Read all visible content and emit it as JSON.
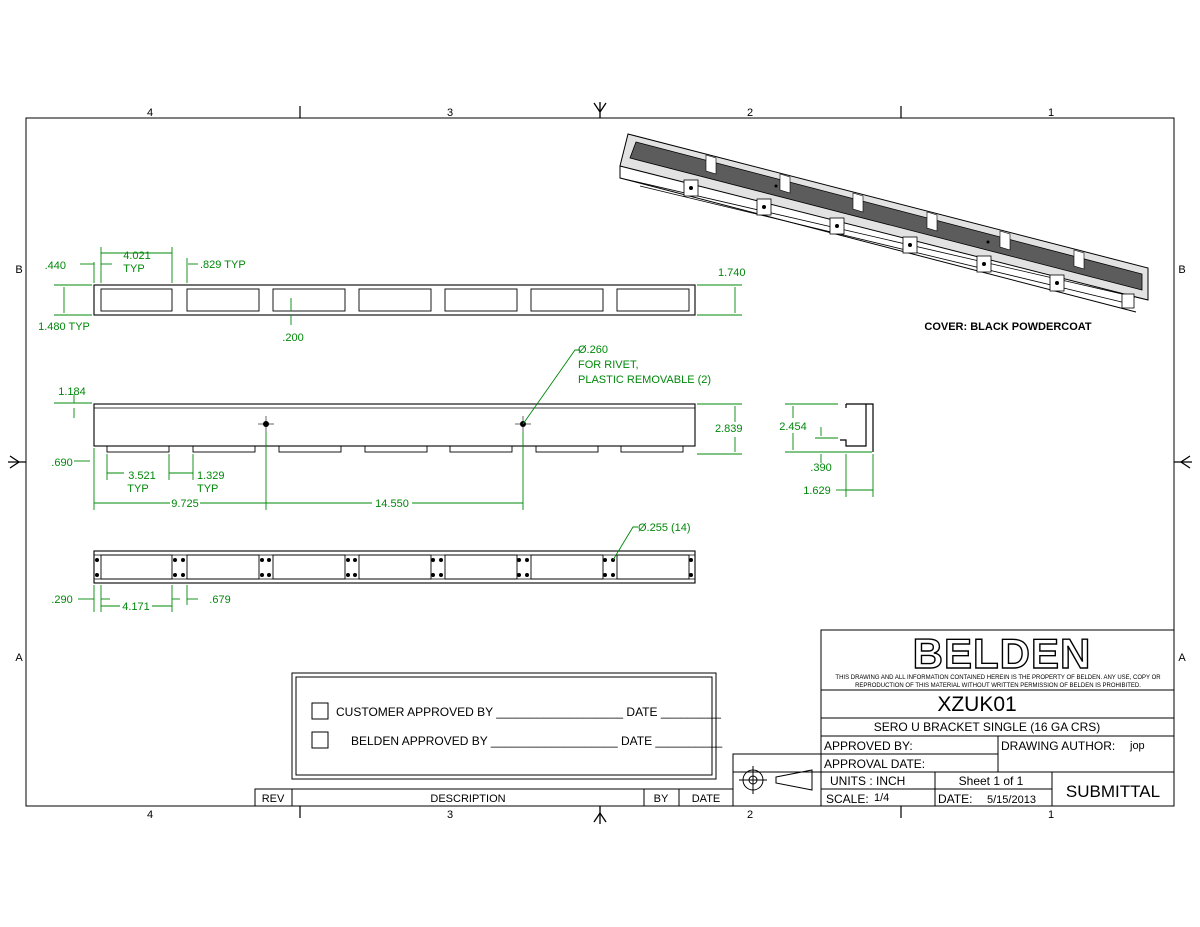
{
  "colors": {
    "dimension": "#00880a",
    "line": "#000000",
    "shade": "#555555",
    "background": "#ffffff"
  },
  "border": {
    "zones_top": [
      "4",
      "3",
      "2",
      "1"
    ],
    "zones_bottom": [
      "4",
      "3",
      "2",
      "1"
    ],
    "zones_left": [
      "B",
      "A"
    ],
    "zones_right": [
      "B",
      "A"
    ]
  },
  "views": {
    "cover_note": "COVER: BLACK POWDERCOAT",
    "top": {
      "d1": ".440",
      "d2": "4.021",
      "d2_typ": "TYP",
      "d3": ".829 TYP",
      "d4": "1.740",
      "d5": "1.480 TYP",
      "d6": ".200"
    },
    "front": {
      "d1": "1.184",
      "d2": ".690",
      "d3": "3.521",
      "d3_typ": "TYP",
      "d4": "1.329",
      "d4_typ": "TYP",
      "d5": "9.725",
      "d6": "14.550",
      "d7": "2.839",
      "note1": "Ø.260",
      "note2": "FOR RIVET,",
      "note3": "PLASTIC REMOVABLE (2)"
    },
    "side": {
      "d1": "2.454",
      "d2": ".390",
      "d3": "1.629"
    },
    "bottom": {
      "d1": ".290",
      "d2": "4.171",
      "d3": ".679",
      "note": "Ø.255 (14)"
    }
  },
  "approval": {
    "customer": "CUSTOMER APPROVED BY ___________________ DATE _________",
    "belden": "BELDEN APPROVED BY ___________________ DATE __________"
  },
  "revision": {
    "rev": "REV",
    "description": "DESCRIPTION",
    "by": "BY",
    "date": "DATE"
  },
  "title_block": {
    "logo": "BELDEN",
    "disclaimer1": "THIS DRAWING AND ALL INFORMATION CONTAINED HEREIN IS THE PROPERTY OF BELDEN.  ANY USE, COPY OR",
    "disclaimer2": "REPRODUCTION OF THIS MATERIAL WITHOUT WRITTEN PERMISSION OF BELDEN IS PROHIBITED.",
    "part_number": "XZUK01",
    "part_title": "SERO U BRACKET SINGLE (16 GA CRS)",
    "approved_by": "APPROVED BY:",
    "approval_date": "APPROVAL DATE:",
    "drawing_author_label": "DRAWING AUTHOR:",
    "drawing_author": "jop",
    "units": "UNITS : INCH",
    "sheet": "Sheet 1  of 1",
    "scale_label": "SCALE:",
    "scale": "1/4",
    "date_label": "DATE:",
    "date": "5/15/2013",
    "status": "SUBMITTAL"
  }
}
